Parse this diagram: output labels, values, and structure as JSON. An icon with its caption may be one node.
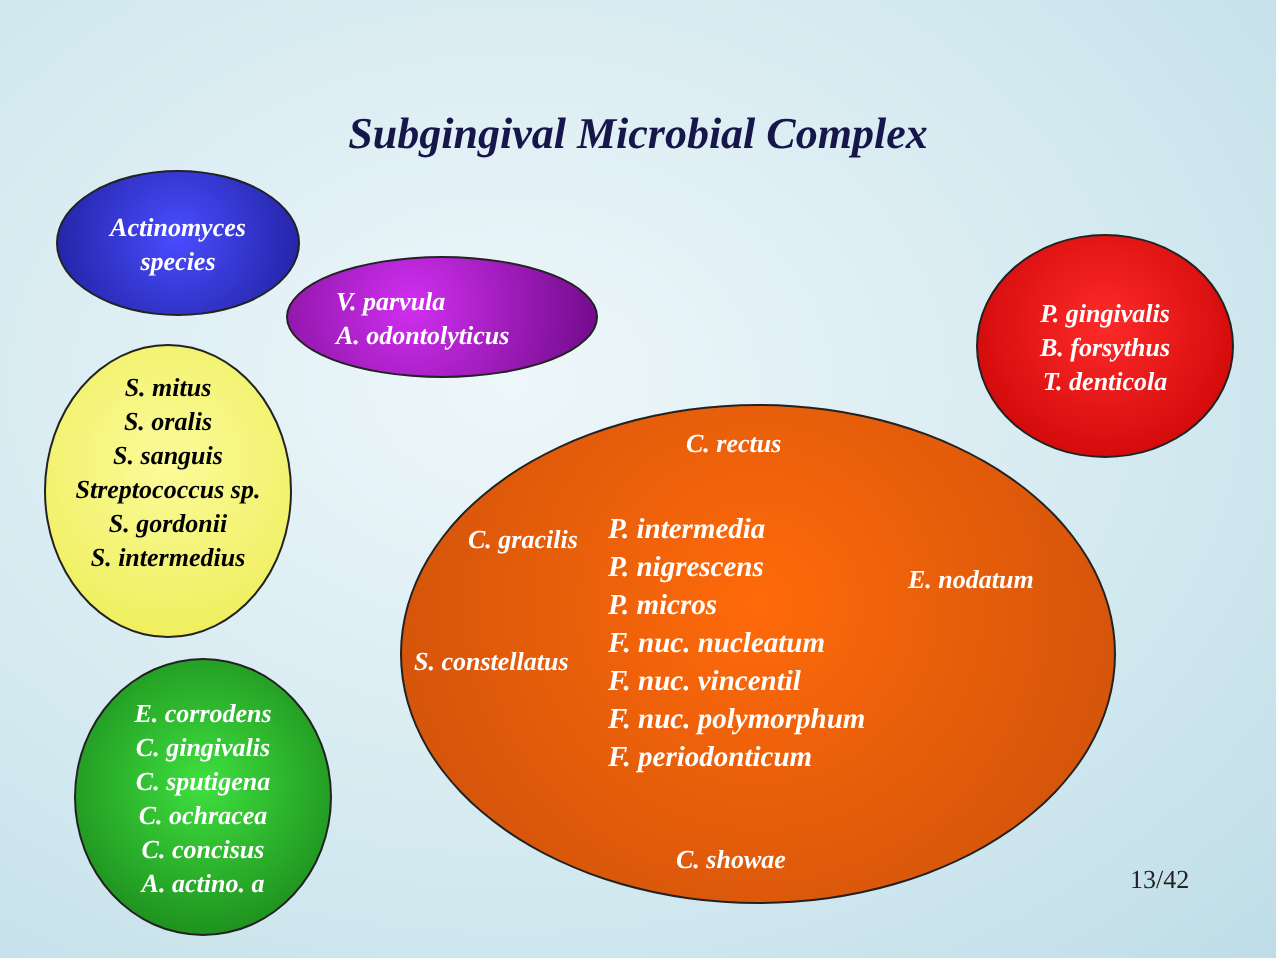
{
  "diagram": {
    "title": "Subgingival Microbial Complex",
    "nodes": [
      {
        "text": [
          "Actinomyces species"
        ]
      },
      {
        "text": [
          "V. parvula",
          "A. odontolyticus"
        ]
      },
      {
        "text": [
          "P. gingivalis",
          "B. forsythus",
          "T. denticola"
        ]
      },
      {
        "text": [
          "S. mitus",
          "S. oralis",
          "S. sanguis",
          "Streptococcus sp.",
          "S. gordonii",
          "S. intermedius"
        ]
      },
      {
        "text": [
          "C. rectus",
          "C. gracilis",
          "P. intermedia",
          "P. nigrescens",
          "P. micros",
          "F. nuc. nucleatum",
          "F. nuc. vincentil",
          "F. nuc. polymorphum",
          "F. periodonticum",
          "S. constellatus",
          "E. nodatum",
          "C. showae"
        ]
      },
      {
        "text": [
          "E. corrodens",
          "C. gingivalis",
          "C. sputigena",
          "C. ochracea",
          "C. concisus",
          "A. actino. a"
        ]
      }
    ],
    "labels": [
      "13/42"
    ]
  }
}
